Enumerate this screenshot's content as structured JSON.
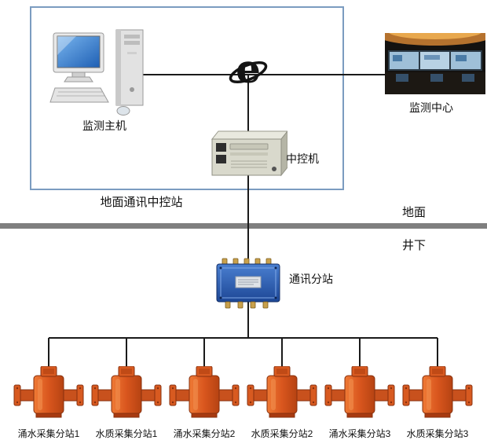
{
  "diagram": {
    "surface_station_box_label": "地面通讯中控站",
    "host_label": "监测主机",
    "monitoring_center_label": "监测中心",
    "control_machine_label": "中控机",
    "ground_label": "地面",
    "underground_label": "井下",
    "substation_label": "通讯分站",
    "devices": [
      {
        "label": "涌水采集分站1"
      },
      {
        "label": "水质采集分站1"
      },
      {
        "label": "涌水采集分站2"
      },
      {
        "label": "水质采集分站2"
      },
      {
        "label": "涌水采集分站3"
      },
      {
        "label": "水质采集分站3"
      }
    ],
    "colors": {
      "surface_box_outline": "#7b9cc0",
      "substation_blue": "#2b5cb8",
      "device_orange": "#d85a20",
      "ground_divider_gray": "#7f7f7f",
      "wire_black": "#1a1a1a"
    }
  }
}
